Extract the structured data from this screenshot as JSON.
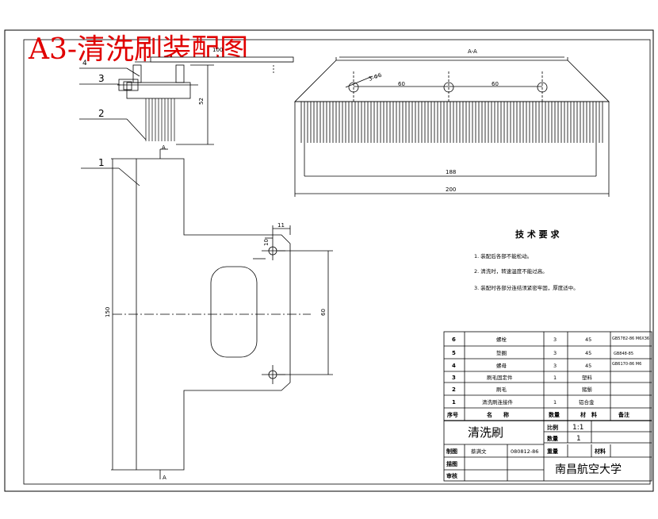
{
  "banner_title": "A3-清洗刷装配图",
  "section_label": "A-A",
  "view_arrow_label": "A",
  "callouts": [
    "1",
    "2",
    "3",
    "4"
  ],
  "dimensions": {
    "top_100": "100",
    "height_52": "52",
    "hole_spec": "3-Φ6",
    "pitch_left": "60",
    "pitch_right": "60",
    "inner_188": "188",
    "overall_200": "200",
    "height_150": "150",
    "slot_height_60": "60",
    "offset_10": "10",
    "offset_11": "11"
  },
  "tech_requirements": {
    "heading": "技 术 要 求",
    "items": [
      "1. 装配后各部不能松动。",
      "2. 清洗时，转速温度不能过高。",
      "3. 装配时各部分连结须紧密牢固，厚度适中。"
    ]
  },
  "parts_list": {
    "rows": [
      {
        "no": "6",
        "name": "螺栓",
        "qty": "3",
        "material": "45",
        "std": "GB5782-86 M6X36"
      },
      {
        "no": "5",
        "name": "垫圈",
        "qty": "3",
        "material": "45",
        "std": "GB848-85"
      },
      {
        "no": "4",
        "name": "螺母",
        "qty": "3",
        "material": "45",
        "std": "GB6170-86 M6"
      },
      {
        "no": "3",
        "name": "刷毛固定件",
        "qty": "1",
        "material": "塑料",
        "std": ""
      },
      {
        "no": "2",
        "name": "刷毛",
        "qty": "",
        "material": "猪鬃",
        "std": ""
      },
      {
        "no": "1",
        "name": "清洗刷连接件",
        "qty": "1",
        "material": "铝合金",
        "std": ""
      }
    ],
    "header": {
      "no": "序号",
      "name": "名　　称",
      "qty": "数量",
      "material": "材　料",
      "remark": "备注"
    }
  },
  "title_block": {
    "drawing_name": "清洗刷",
    "scale_label": "比例",
    "scale_value": "1:1",
    "qty_label": "数量",
    "qty_value": "1",
    "draw_label": "制图",
    "drafter": "蔡满文",
    "drawing_no": "080812-86",
    "weight_label": "重量",
    "material_label": "材料",
    "draft_label": "描图",
    "review_label": "审核",
    "school": "南昌航空大学"
  }
}
